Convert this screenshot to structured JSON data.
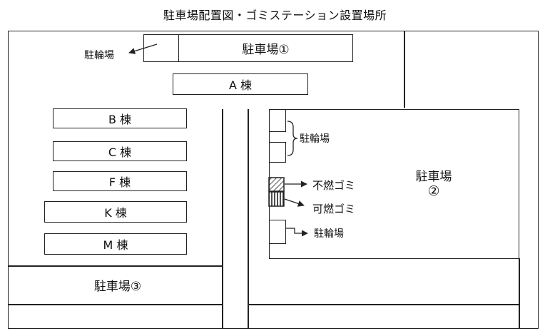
{
  "title": "駐車場配置図・ゴミステーション設置場所",
  "parking": {
    "p1": "駐車場①",
    "p2_line1": "駐車場",
    "p2_line2": "②",
    "p3": "駐車場③"
  },
  "buildings": {
    "a": "A 棟",
    "b": "B 棟",
    "c": "C 棟",
    "f": "F 棟",
    "k": "K 棟",
    "m": "M 棟"
  },
  "bike": {
    "top_left": "駐輪場",
    "right_upper": "駐輪場",
    "right_lower": "駐輪場"
  },
  "garbage": {
    "non_burnable": "不燃ゴミ",
    "burnable": "可燃ゴミ"
  }
}
